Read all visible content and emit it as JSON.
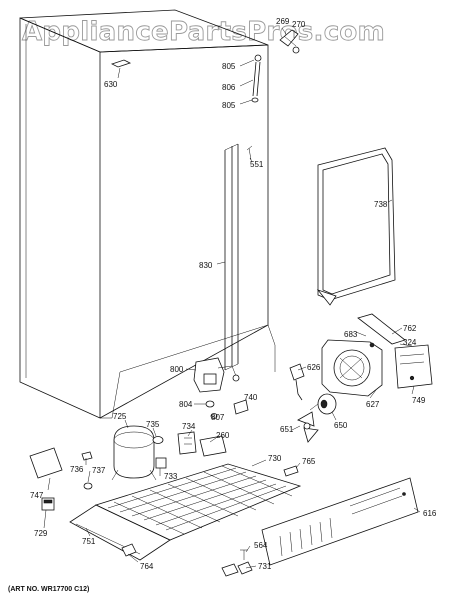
{
  "watermark": "AppliancePartsPros.com",
  "art_number": "(ART NO. WR17700 C12)",
  "callouts": {
    "c269": "269",
    "c270": "270",
    "c630": "630",
    "c805a": "805",
    "c806": "806",
    "c805b": "805",
    "c551": "551",
    "c738": "738",
    "c830": "830",
    "c683": "683",
    "c762": "762",
    "c324": "324",
    "c800": "800",
    "c626": "626",
    "c804": "804",
    "c807": "807",
    "c740": "740",
    "c627": "627",
    "c749": "749",
    "c725": "725",
    "c735": "735",
    "c734": "734",
    "c651": "651",
    "c650": "650",
    "c260": "260",
    "c736": "736",
    "c737": "737",
    "c733": "733",
    "c730": "730",
    "c765": "765",
    "c747": "747",
    "c729": "729",
    "c616": "616",
    "c751": "751",
    "c564": "564",
    "c764": "764",
    "c731": "731"
  }
}
